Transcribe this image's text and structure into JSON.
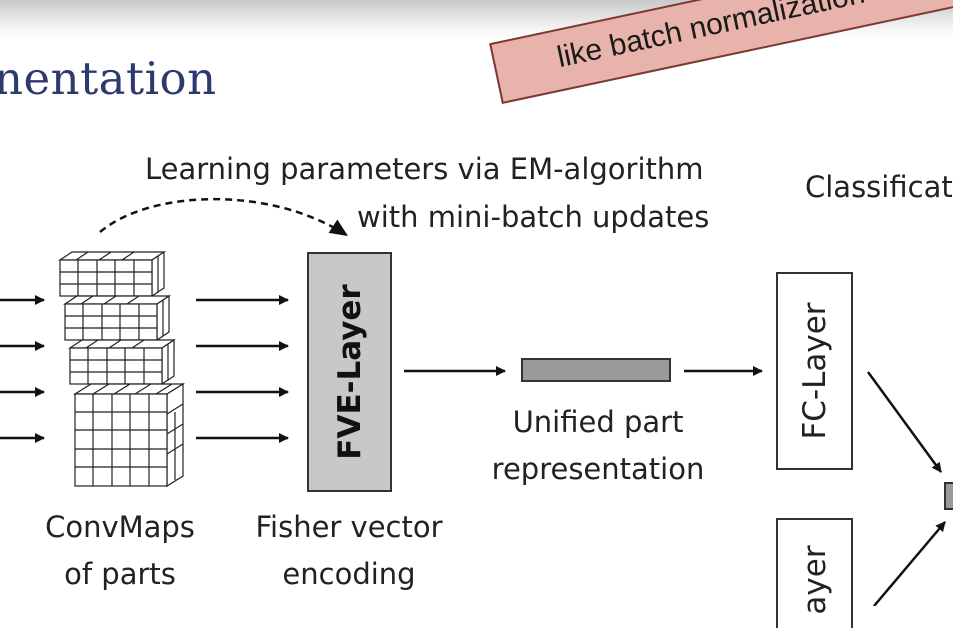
{
  "slide": {
    "title_fragment": "nentation",
    "note": "like batch normalization"
  },
  "diagram": {
    "em_label_line1": "Learning parameters via EM-algorithm",
    "em_label_line2": "with mini-batch updates",
    "classification_label": "Classificat",
    "convmaps_line1": "ConvMaps",
    "convmaps_line2": "of parts",
    "fve_layer": "FVE-Layer",
    "fisher_line1": "Fisher vector",
    "fisher_line2": "encoding",
    "unified_line1": "Unified part",
    "unified_line2": "representation",
    "fc_layer": "FC-Layer",
    "fc_layer_partial": "ayer"
  },
  "colors": {
    "title": "#2d3a6e",
    "note_fill": "#e8b3aa",
    "note_border": "#7a3a34",
    "fve_fill": "#c8c8c8",
    "bar_fill": "#9a9a9a"
  }
}
